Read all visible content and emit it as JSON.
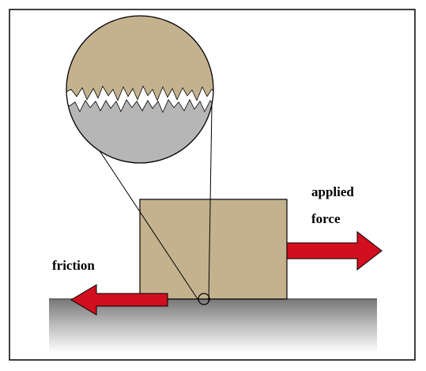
{
  "labels": {
    "applied_line1": "applied",
    "applied_line2": "force",
    "friction": "friction"
  },
  "colors": {
    "border": "#000000",
    "block": "#c4b28f",
    "magnified_top": "#c4b28f",
    "magnified_bottom": "#b6b6b6",
    "arrow": "#d10f1f",
    "surface_top": "#7b7b7b",
    "surface_bottom": "#ffffff"
  }
}
